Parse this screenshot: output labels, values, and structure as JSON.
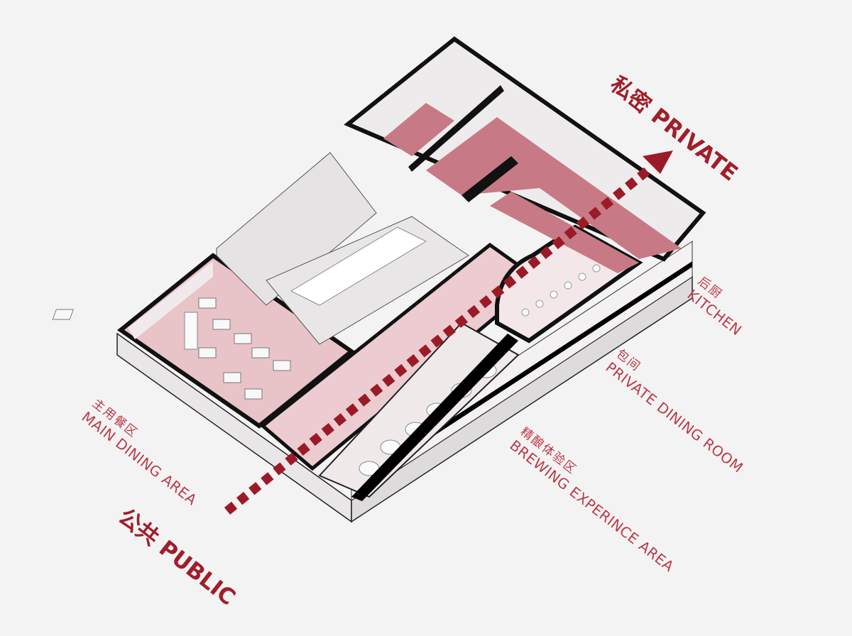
{
  "colors": {
    "accent": "#a01e2a",
    "label": "#b83a4a",
    "floor_pink": "#e8c3c8",
    "private_pink": "#c77a86",
    "wall": "#111111",
    "wall_face": "#efeced"
  },
  "axis": {
    "public": {
      "cn": "公共",
      "en": "PUBLIC"
    },
    "private": {
      "cn": "私密",
      "en": "PRIVATE"
    }
  },
  "zones": {
    "main_dining": {
      "cn": "主用餐区",
      "en": "MAIN DINING AREA"
    },
    "kitchen": {
      "cn": "后厨",
      "en": "KITCHEN"
    },
    "private_dining": {
      "cn": "包间",
      "en": "PRIVATE DINING ROOM"
    },
    "brewing": {
      "cn": "精酿体验区",
      "en": "BREWING EXPERINCE AREA"
    }
  }
}
